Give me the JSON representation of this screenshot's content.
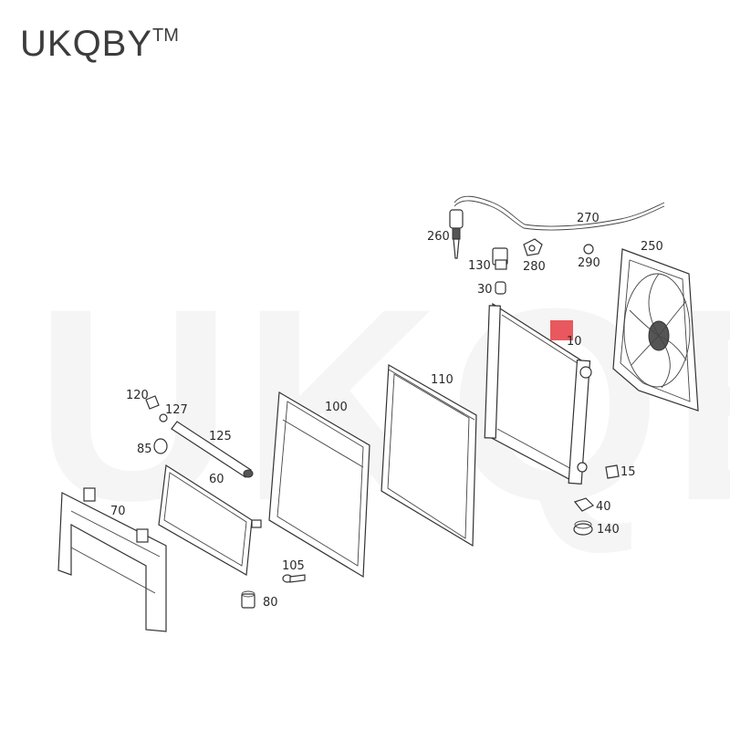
{
  "brand": {
    "name": "UKQBY",
    "tm": "TM"
  },
  "watermark": {
    "text": "UKQBY",
    "tm": "TM"
  },
  "highlight_color": "#e8585e",
  "parts": [
    {
      "id": "p10",
      "label": "10"
    },
    {
      "id": "p15",
      "label": "15"
    },
    {
      "id": "p30",
      "label": "30"
    },
    {
      "id": "p40",
      "label": "40"
    },
    {
      "id": "p60",
      "label": "60"
    },
    {
      "id": "p70",
      "label": "70"
    },
    {
      "id": "p80",
      "label": "80"
    },
    {
      "id": "p85",
      "label": "85"
    },
    {
      "id": "p100",
      "label": "100"
    },
    {
      "id": "p105",
      "label": "105"
    },
    {
      "id": "p110",
      "label": "110"
    },
    {
      "id": "p120",
      "label": "120"
    },
    {
      "id": "p125",
      "label": "125"
    },
    {
      "id": "p127",
      "label": "127"
    },
    {
      "id": "p130",
      "label": "130"
    },
    {
      "id": "p140",
      "label": "140"
    },
    {
      "id": "p250",
      "label": "250"
    },
    {
      "id": "p260",
      "label": "260"
    },
    {
      "id": "p270",
      "label": "270"
    },
    {
      "id": "p280",
      "label": "280"
    },
    {
      "id": "p290",
      "label": "290"
    }
  ]
}
